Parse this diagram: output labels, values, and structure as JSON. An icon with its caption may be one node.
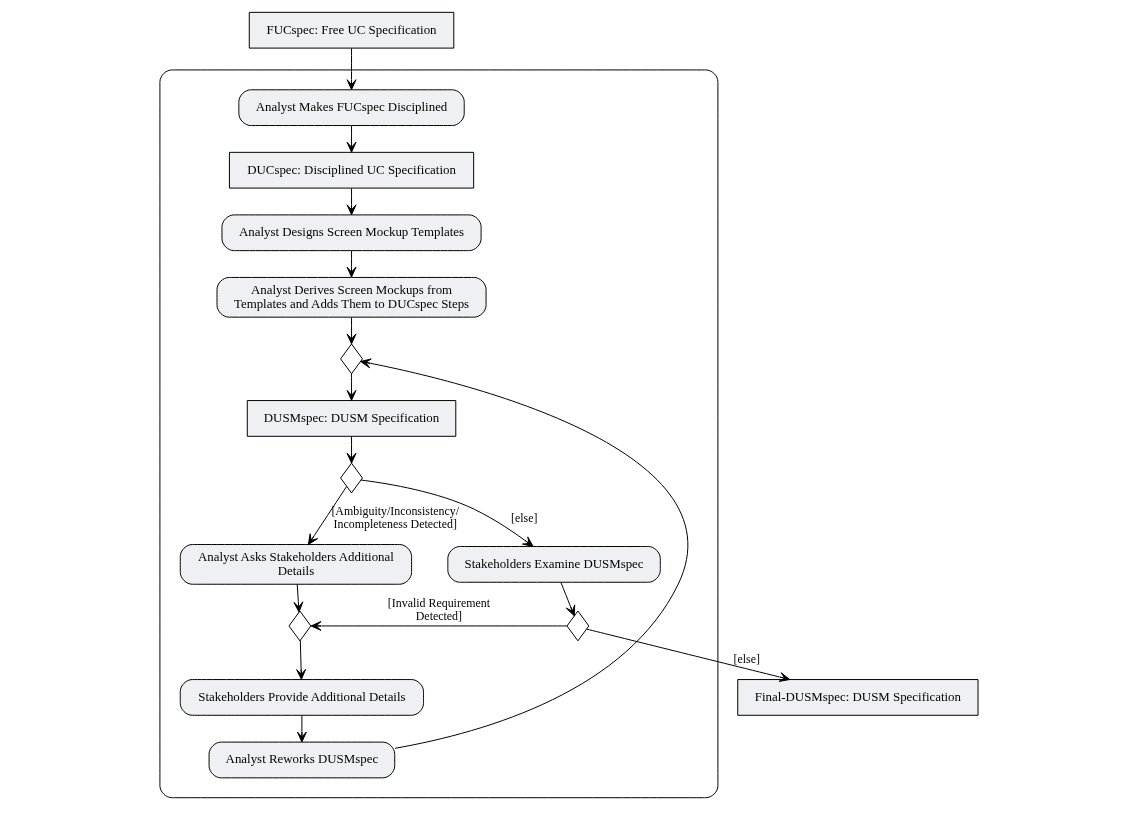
{
  "diagram": {
    "nodes": [
      {
        "text": [],
        "shape": "box"
      },
      {
        "text": [
          "FUCspec: Free UC Specification"
        ]
      },
      {
        "text": [
          "Analyst Makes FUCspec Disciplined"
        ],
        "in": 0
      },
      {
        "text": [
          "DUCspec: Disciplined UC Specification"
        ],
        "in": 0
      },
      {
        "text": [
          "Analyst Designs Screen Mockup Templates"
        ],
        "in": 0
      },
      {
        "text": [
          "Analyst Derives Screen Mockups from Templates and Adds Them to DUCspec Steps"
        ],
        "in": 0
      },
      {
        "text": [],
        "shape": "diamond",
        "in": 0
      },
      {
        "text": [
          "DUSMspec: DUSM Specification"
        ],
        "in": 0
      },
      {
        "text": [],
        "shape": "diamond",
        "in": 0
      },
      {
        "text": [
          "Stakeholders Examine DUSMspec"
        ],
        "in": 0
      },
      {
        "text": [],
        "shape": "diamond",
        "in": 0
      },
      {
        "text": [
          "Final-DUSMspec: DUSM Specification"
        ]
      },
      {
        "text": [
          "Analyst Asks Stakeholders Additional Details"
        ],
        "in": 0
      },
      {
        "text": [],
        "shape": "diamond",
        "in": 0
      },
      {
        "text": [
          "Stakeholders Provide Additional Details"
        ],
        "in": 0
      },
      {
        "text": [
          "Analyst Reworks DUSMspec"
        ],
        "in": 0
      }
    ],
    "edges": [
      {
        "from": 1,
        "to": 2,
        "arrow": "to"
      },
      {
        "from": 2,
        "to": 3,
        "arrow": "to"
      },
      {
        "from": 3,
        "to": 4,
        "arrow": "to"
      },
      {
        "from": 4,
        "to": 5,
        "arrow": "to"
      },
      {
        "from": 5,
        "to": 6,
        "arrow": "to"
      },
      {
        "from": 6,
        "to": 7,
        "arrow": "to"
      },
      {
        "from": 7,
        "to": 8,
        "arrow": "to"
      },
      {
        "from": 8,
        "to": 9,
        "arrow": "to",
        "label": "[else]"
      },
      {
        "from": 9,
        "to": 10,
        "arrow": "to"
      },
      {
        "from": 10,
        "to": 11,
        "arrow": "to",
        "label": "[else]"
      },
      {
        "from": 8,
        "to": 12,
        "arrow": "to",
        "label": "[Ambiguity/Inconsistency/ Incompleteness Detected]"
      },
      {
        "from": 12,
        "to": 13,
        "arrow": "to"
      },
      {
        "from": 10,
        "to": 13,
        "arrow": "to",
        "label": "[Invalid Requirement Detected]"
      },
      {
        "from": 13,
        "to": 14,
        "arrow": "to"
      },
      {
        "from": 14,
        "to": 15,
        "arrow": "to"
      },
      {
        "from": 15,
        "to": 6,
        "arrow": "to"
      }
    ]
  }
}
